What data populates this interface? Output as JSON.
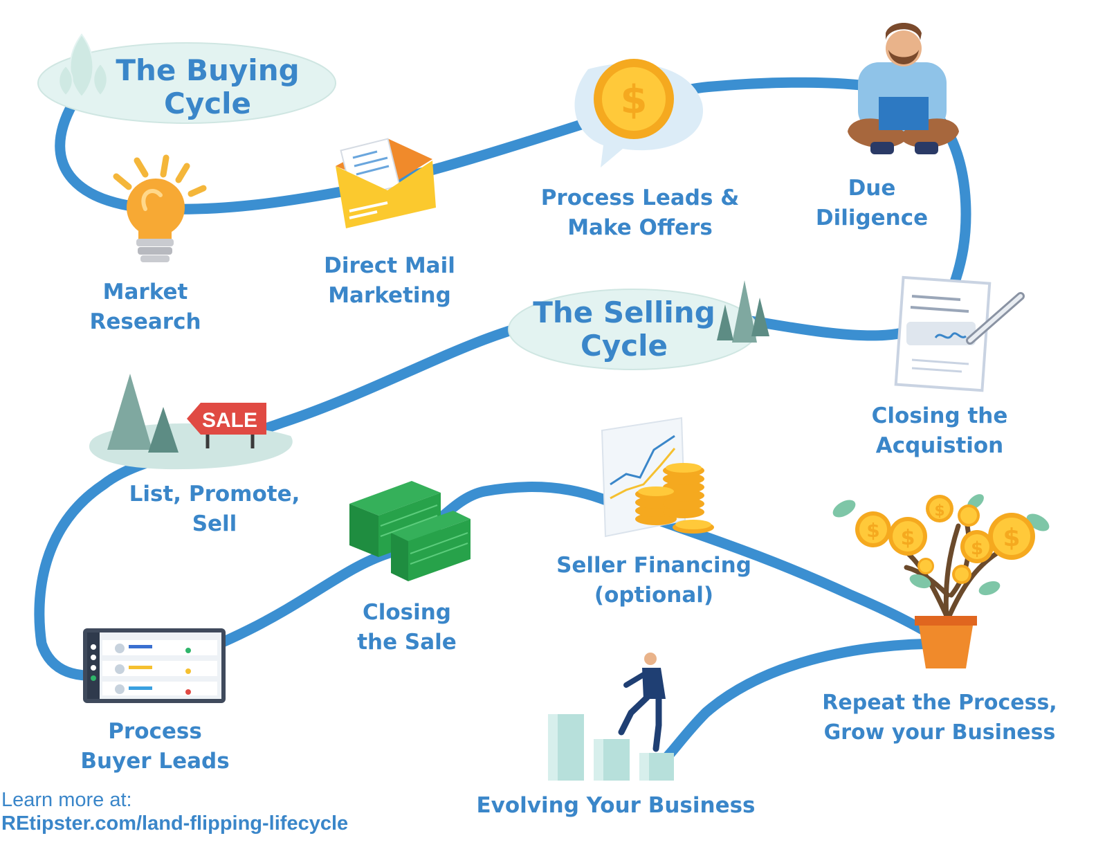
{
  "colors": {
    "path": "#3b8fd1",
    "label": "#3a86c9",
    "ellipse": "#e3f3f1",
    "tree": "#7fa8a0",
    "coin": "#f2b31e",
    "money": "#27a24a",
    "sale_sign": "#e04a43"
  },
  "cycles": {
    "buying": [
      "The Buying",
      "Cycle"
    ],
    "selling": [
      "The Selling",
      "Cycle"
    ]
  },
  "steps": [
    {
      "id": "market-research",
      "icon": "lightbulb-icon",
      "lines": [
        "Market",
        "Research"
      ]
    },
    {
      "id": "direct-mail",
      "icon": "envelope-icon",
      "lines": [
        "Direct Mail",
        "Marketing"
      ]
    },
    {
      "id": "process-leads",
      "icon": "dollar-coin-icon",
      "lines": [
        "Process Leads &",
        "Make Offers"
      ]
    },
    {
      "id": "due-diligence",
      "icon": "reading-person-icon",
      "lines": [
        "Due",
        "Diligence"
      ]
    },
    {
      "id": "closing-acquisition",
      "icon": "signed-document-icon",
      "lines": [
        "Closing the",
        "Acquistion"
      ]
    },
    {
      "id": "list-promote-sell",
      "icon": "sale-sign-icon",
      "lines": [
        "List, Promote,",
        "Sell"
      ]
    },
    {
      "id": "process-buyer-leads",
      "icon": "crm-screen-icon",
      "lines": [
        "Process",
        "Buyer Leads"
      ]
    },
    {
      "id": "closing-sale",
      "icon": "cash-stack-icon",
      "lines": [
        "Closing",
        "the Sale"
      ]
    },
    {
      "id": "seller-financing",
      "icon": "chart-coins-icon",
      "lines": [
        "Seller Financing",
        "(optional)"
      ]
    },
    {
      "id": "evolving",
      "icon": "stairs-climber-icon",
      "lines": [
        "Evolving Your Business"
      ]
    },
    {
      "id": "repeat",
      "icon": "money-tree-icon",
      "lines": [
        "Repeat the Process,",
        "Grow your Business"
      ]
    }
  ],
  "sale_sign_text": "SALE",
  "footer": {
    "line1": "Learn more at:",
    "line2": "REtipster.com/land-flipping-lifecycle"
  }
}
